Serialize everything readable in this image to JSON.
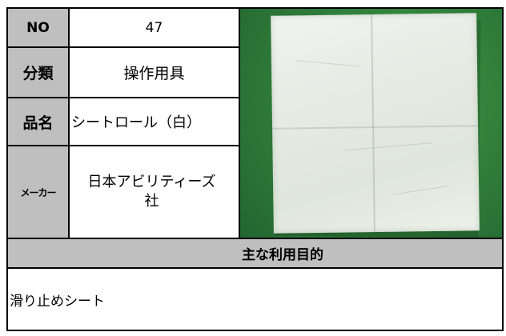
{
  "rows": {
    "no": {
      "label": "NO",
      "value": "47"
    },
    "category": {
      "label": "分類",
      "value": "操作用具"
    },
    "product": {
      "label": "品名",
      "value": "シートロール（白）"
    },
    "maker": {
      "label": "メーカー",
      "value": "日本アビリティーズ社"
    }
  },
  "purpose": {
    "heading": "主な利用目的",
    "text": "滑り止めシート"
  },
  "photo": {
    "icon": "product-photo-icon"
  },
  "colors": {
    "label_bg": "#bfbfbf",
    "border": "#000000",
    "photo_bg": "#2f7c39"
  }
}
